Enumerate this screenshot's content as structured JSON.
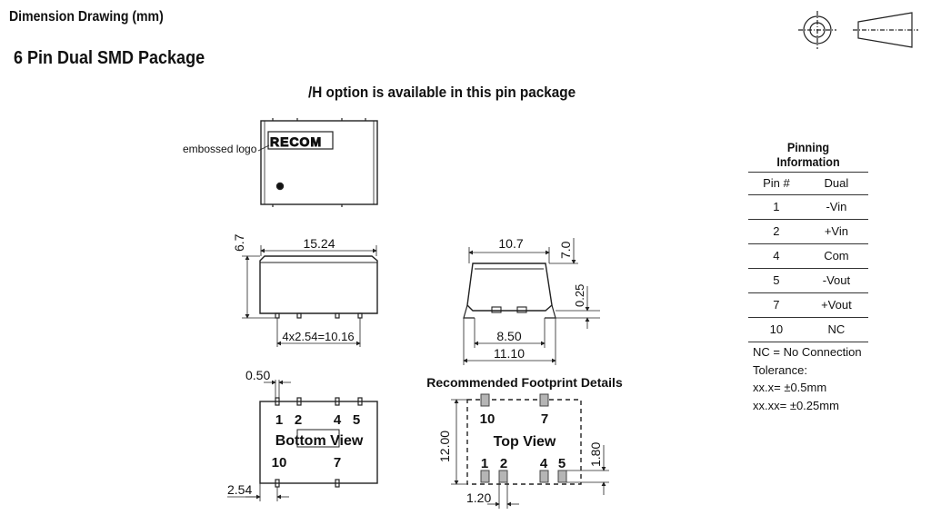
{
  "header": {
    "section_title": "Dimension Drawing (mm)",
    "package_title": "6 Pin Dual SMD Package",
    "option_note": "/H option is available in this pin package"
  },
  "projection_symbol": {
    "icon": "third-angle-projection-icon"
  },
  "top_drawing": {
    "logo_callout": "embossed logo",
    "logo_text": "RECOM"
  },
  "side_view": {
    "height": "6.7",
    "length": "15.24",
    "pin_span": "4x2.54=10.16"
  },
  "end_view": {
    "top_width": "10.7",
    "height": "7.0",
    "standoff": "0.25",
    "pin_inner": "8.50",
    "overall_width": "11.10"
  },
  "bottom_view": {
    "pin_width": "0.50",
    "pin_pitch": "2.54",
    "label": "Bottom View",
    "top_pins": [
      "1",
      "2",
      "4",
      "5"
    ],
    "bottom_pins": [
      "10",
      "7"
    ]
  },
  "footprint": {
    "title": "Recommended Footprint Details",
    "label": "Top View",
    "height": "12.00",
    "pad_length": "1.80",
    "pad_pitch": "1.20",
    "top_pins": [
      "10",
      "7"
    ],
    "bottom_pins": [
      "1",
      "2",
      "4",
      "5"
    ]
  },
  "pinning": {
    "title": "Pinning Information",
    "headers": [
      "Pin #",
      "Dual"
    ],
    "rows": [
      [
        "1",
        "-Vin"
      ],
      [
        "2",
        "+Vin"
      ],
      [
        "4",
        "Com"
      ],
      [
        "5",
        "-Vout"
      ],
      [
        "7",
        "+Vout"
      ],
      [
        "10",
        "NC"
      ]
    ]
  },
  "notes": [
    "NC = No Connection",
    "Tolerance:",
    "xx.x= ±0.5mm",
    "xx.xx= ±0.25mm"
  ]
}
